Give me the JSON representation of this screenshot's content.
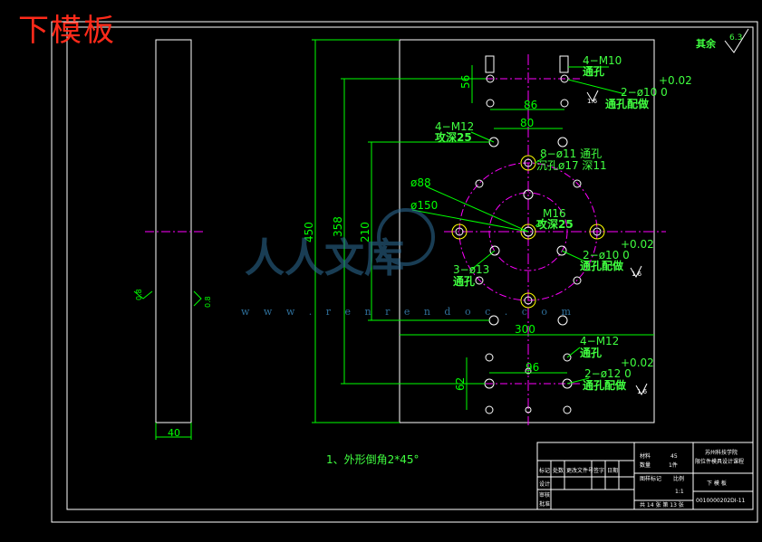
{
  "title": "下模板",
  "watermark": {
    "logo_text": "人人文库",
    "url": "w w w . r e n r e n d o c . c o m"
  },
  "colors": {
    "bg": "#000000",
    "frame": "#ffffff",
    "dim": "#00ff00",
    "centerline": "#ff00ff",
    "hole": "#ffffff",
    "tap": "#ffff00",
    "title": "#ff2a1a",
    "text_green": "#40ff40"
  },
  "roughness": {
    "other_label": "其余",
    "other_value": "6.3",
    "side_value": "0.8",
    "hole_value": "1.6"
  },
  "side_view": {
    "width_dim": "40"
  },
  "dims": {
    "overall_height": "450",
    "height_358": "358",
    "height_210": "210",
    "top_56": "56",
    "top_86": "86",
    "width_80": "80",
    "width_300": "300",
    "bottom_96": "96",
    "bottom_62": "62",
    "dia_88": "ø88",
    "dia_150": "ø150"
  },
  "notes": {
    "m10": "4−M10",
    "m10_thru": "通孔",
    "tol_top": "+0.02",
    "fit_top": "2−ø10  0",
    "fit_top_note": "通孔配做",
    "m12_top": "4−M12",
    "m12_top_depth": "攻深25",
    "hole8": "8−ø11 通孔",
    "counterbore": "沉孔ø17 深11",
    "m16": "M16",
    "m16_depth": "攻深25",
    "tol_mid": "+0.02",
    "fit_mid": "2−ø10  0",
    "fit_mid_note": "通孔配做",
    "h3": "3−ø13",
    "h3_thru": "通孔",
    "m12_bot": "4−M12",
    "m12_bot_thru": "通孔",
    "tol_bot": "+0.02",
    "fit_bot": "2−ø12  0",
    "fit_bot_note": "通孔配做"
  },
  "tech_note": "1、外形倒角2*45°",
  "title_block": {
    "material_label": "材料",
    "material": "45",
    "qty_label": "数量",
    "qty": "1件",
    "school_1": "苏州科技学院",
    "school_2": "限位件模具设计课程",
    "part_name": "下  模  板",
    "drawing_no": "0010000202DI-11",
    "sheet": "共 14 张   第 13 张",
    "col_labels": [
      "标记",
      "处数",
      "更改文件号",
      "签字",
      "日期"
    ],
    "role_labels": [
      "设计",
      "审核",
      "批准"
    ],
    "scale_label": "比例",
    "scale": "1:1",
    "sheets_label": "图样标记"
  }
}
